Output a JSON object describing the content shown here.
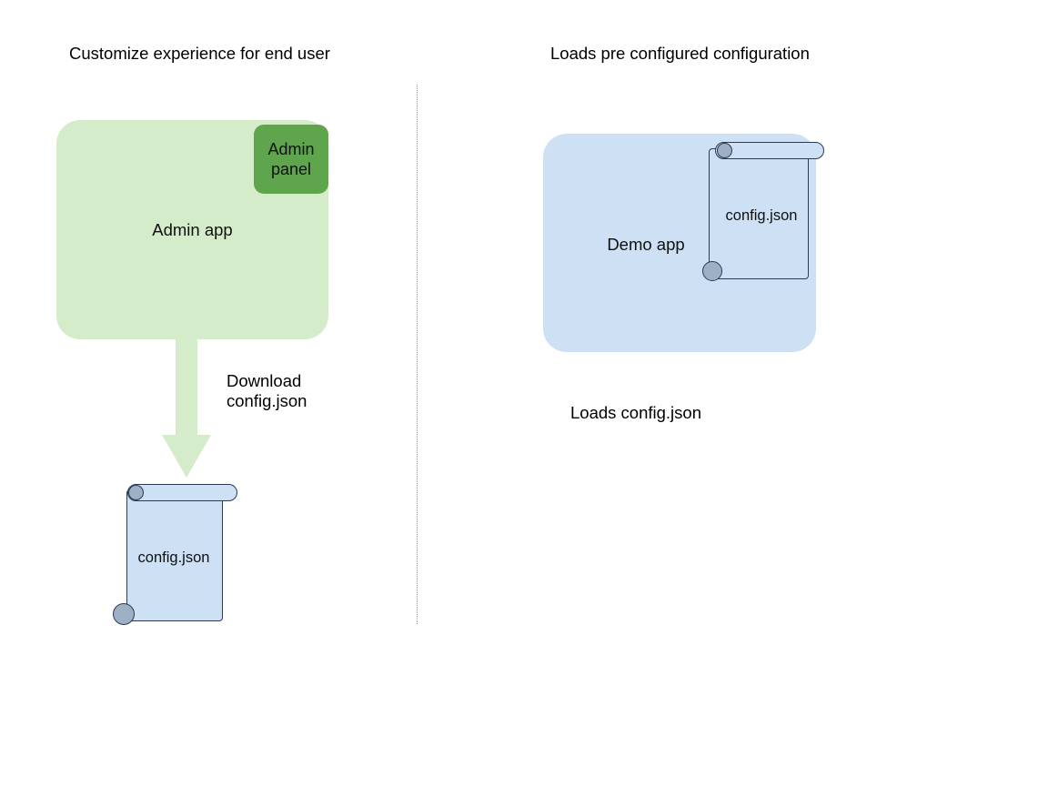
{
  "diagram": {
    "left_column": {
      "title": "Customize experience for end user",
      "app_box": {
        "label": "Admin app",
        "fill": "#d5ecca"
      },
      "badge": {
        "label": "Admin\npanel",
        "fill": "#5fa54e"
      },
      "arrow": {
        "label": "Download\nconfig.json",
        "fill": "#d5ecca",
        "direction": "down"
      },
      "document": {
        "label": "config.json",
        "fill": "#cde0f4",
        "stroke": "#2b3a55",
        "corner_fill": "#9eb0c4"
      }
    },
    "right_column": {
      "title": "Loads pre configured configuration",
      "app_box": {
        "label": "Demo app",
        "fill": "#cde0f4"
      },
      "document": {
        "label": "config.json",
        "fill": "transparent",
        "stroke": "#2b3a55",
        "corner_fill": "#9eb0c4"
      },
      "caption": "Loads config.json"
    },
    "divider": {
      "style": "dotted",
      "color": "#9a9a9a"
    }
  }
}
